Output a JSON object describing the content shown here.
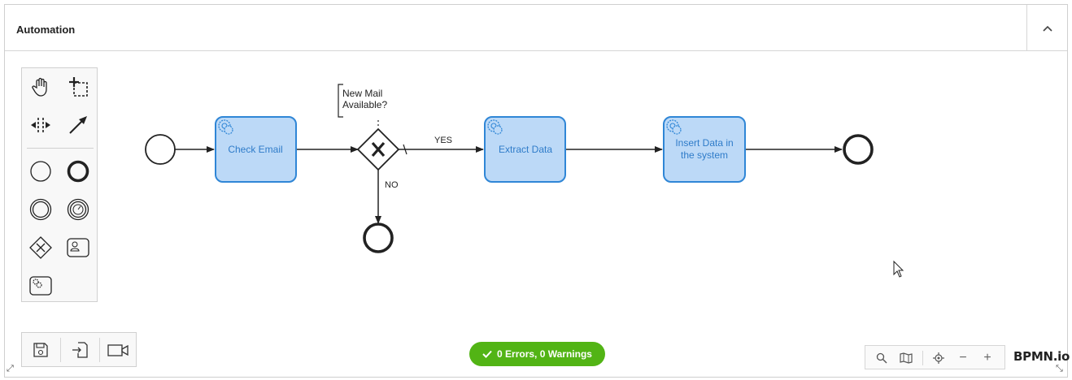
{
  "panel": {
    "title": "Automation"
  },
  "diagram": {
    "tasks": {
      "check_email": "Check Email",
      "extract_data": "Extract Data",
      "insert_line1": "Insert Data in",
      "insert_line2": "the system"
    },
    "annotation": {
      "line1": "New Mail",
      "line2": "Available?"
    },
    "flows": {
      "yes": "YES",
      "no": "NO"
    }
  },
  "status": {
    "text": "0 Errors, 0 Warnings"
  },
  "logo": {
    "text": "BPMN.io"
  },
  "zoom": {
    "minus": "−",
    "plus": "+"
  },
  "colors": {
    "task_fill": "#bcd9f7",
    "task_stroke": "#2f86d6",
    "task_text": "#2f7cc9",
    "status_green": "#52b415"
  },
  "icons": {
    "collapse": "chevron-up-icon",
    "hand": "hand-tool-icon",
    "lasso": "lasso-tool-icon",
    "space": "space-tool-icon",
    "connect": "global-connect-icon",
    "save": "save-icon",
    "deploy": "deploy-icon",
    "record": "video-camera-icon"
  }
}
